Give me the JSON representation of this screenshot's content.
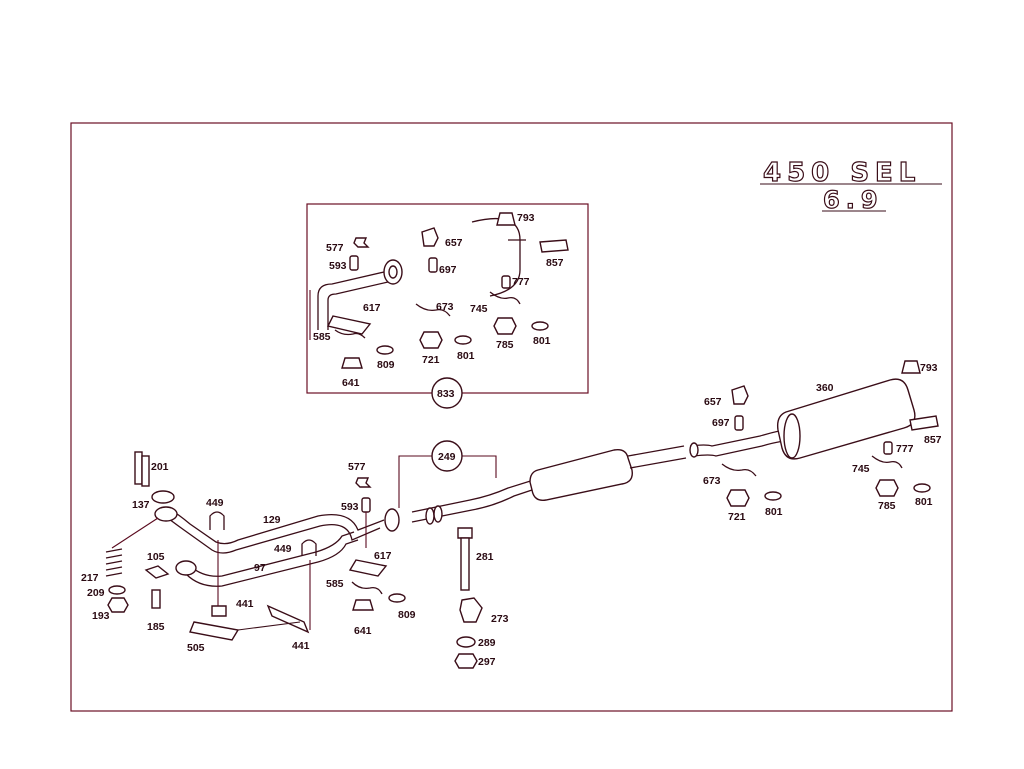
{
  "diagram": {
    "model_line1": "450 SEL",
    "model_line2": "6.9",
    "callouts": [
      {
        "id": "c793a",
        "text": "793"
      },
      {
        "id": "c577a",
        "text": "577"
      },
      {
        "id": "c657a",
        "text": "657"
      },
      {
        "id": "c857a",
        "text": "857"
      },
      {
        "id": "c593a",
        "text": "593"
      },
      {
        "id": "c697a",
        "text": "697"
      },
      {
        "id": "c777a",
        "text": "777"
      },
      {
        "id": "c617a",
        "text": "617"
      },
      {
        "id": "c673a",
        "text": "673"
      },
      {
        "id": "c745a",
        "text": "745"
      },
      {
        "id": "c585a",
        "text": "585"
      },
      {
        "id": "c721a",
        "text": "721"
      },
      {
        "id": "c801a",
        "text": "801"
      },
      {
        "id": "c785a",
        "text": "785"
      },
      {
        "id": "c801b",
        "text": "801"
      },
      {
        "id": "c809a",
        "text": "809"
      },
      {
        "id": "c641a",
        "text": "641"
      },
      {
        "id": "c833",
        "text": "833"
      },
      {
        "id": "c793b",
        "text": "793"
      },
      {
        "id": "c360",
        "text": "360"
      },
      {
        "id": "c657b",
        "text": "657"
      },
      {
        "id": "c697b",
        "text": "697"
      },
      {
        "id": "c857b",
        "text": "857"
      },
      {
        "id": "c777b",
        "text": "777"
      },
      {
        "id": "c745b",
        "text": "745"
      },
      {
        "id": "c673b",
        "text": "673"
      },
      {
        "id": "c721b",
        "text": "721"
      },
      {
        "id": "c801c",
        "text": "801"
      },
      {
        "id": "c785b",
        "text": "785"
      },
      {
        "id": "c801d",
        "text": "801"
      },
      {
        "id": "c249",
        "text": "249"
      },
      {
        "id": "c201",
        "text": "201"
      },
      {
        "id": "c137",
        "text": "137"
      },
      {
        "id": "c449a",
        "text": "449"
      },
      {
        "id": "c129",
        "text": "129"
      },
      {
        "id": "c577b",
        "text": "577"
      },
      {
        "id": "c593b",
        "text": "593"
      },
      {
        "id": "c105",
        "text": "105"
      },
      {
        "id": "c449b",
        "text": "449"
      },
      {
        "id": "c97",
        "text": "97"
      },
      {
        "id": "c617b",
        "text": "617"
      },
      {
        "id": "c281",
        "text": "281"
      },
      {
        "id": "c217",
        "text": "217"
      },
      {
        "id": "c209",
        "text": "209"
      },
      {
        "id": "c193",
        "text": "193"
      },
      {
        "id": "c185",
        "text": "185"
      },
      {
        "id": "c585b",
        "text": "585"
      },
      {
        "id": "c441a",
        "text": "441"
      },
      {
        "id": "c809b",
        "text": "809"
      },
      {
        "id": "c273",
        "text": "273"
      },
      {
        "id": "c641b",
        "text": "641"
      },
      {
        "id": "c505",
        "text": "505"
      },
      {
        "id": "c441b",
        "text": "441"
      },
      {
        "id": "c289",
        "text": "289"
      },
      {
        "id": "c297",
        "text": "297"
      }
    ]
  }
}
